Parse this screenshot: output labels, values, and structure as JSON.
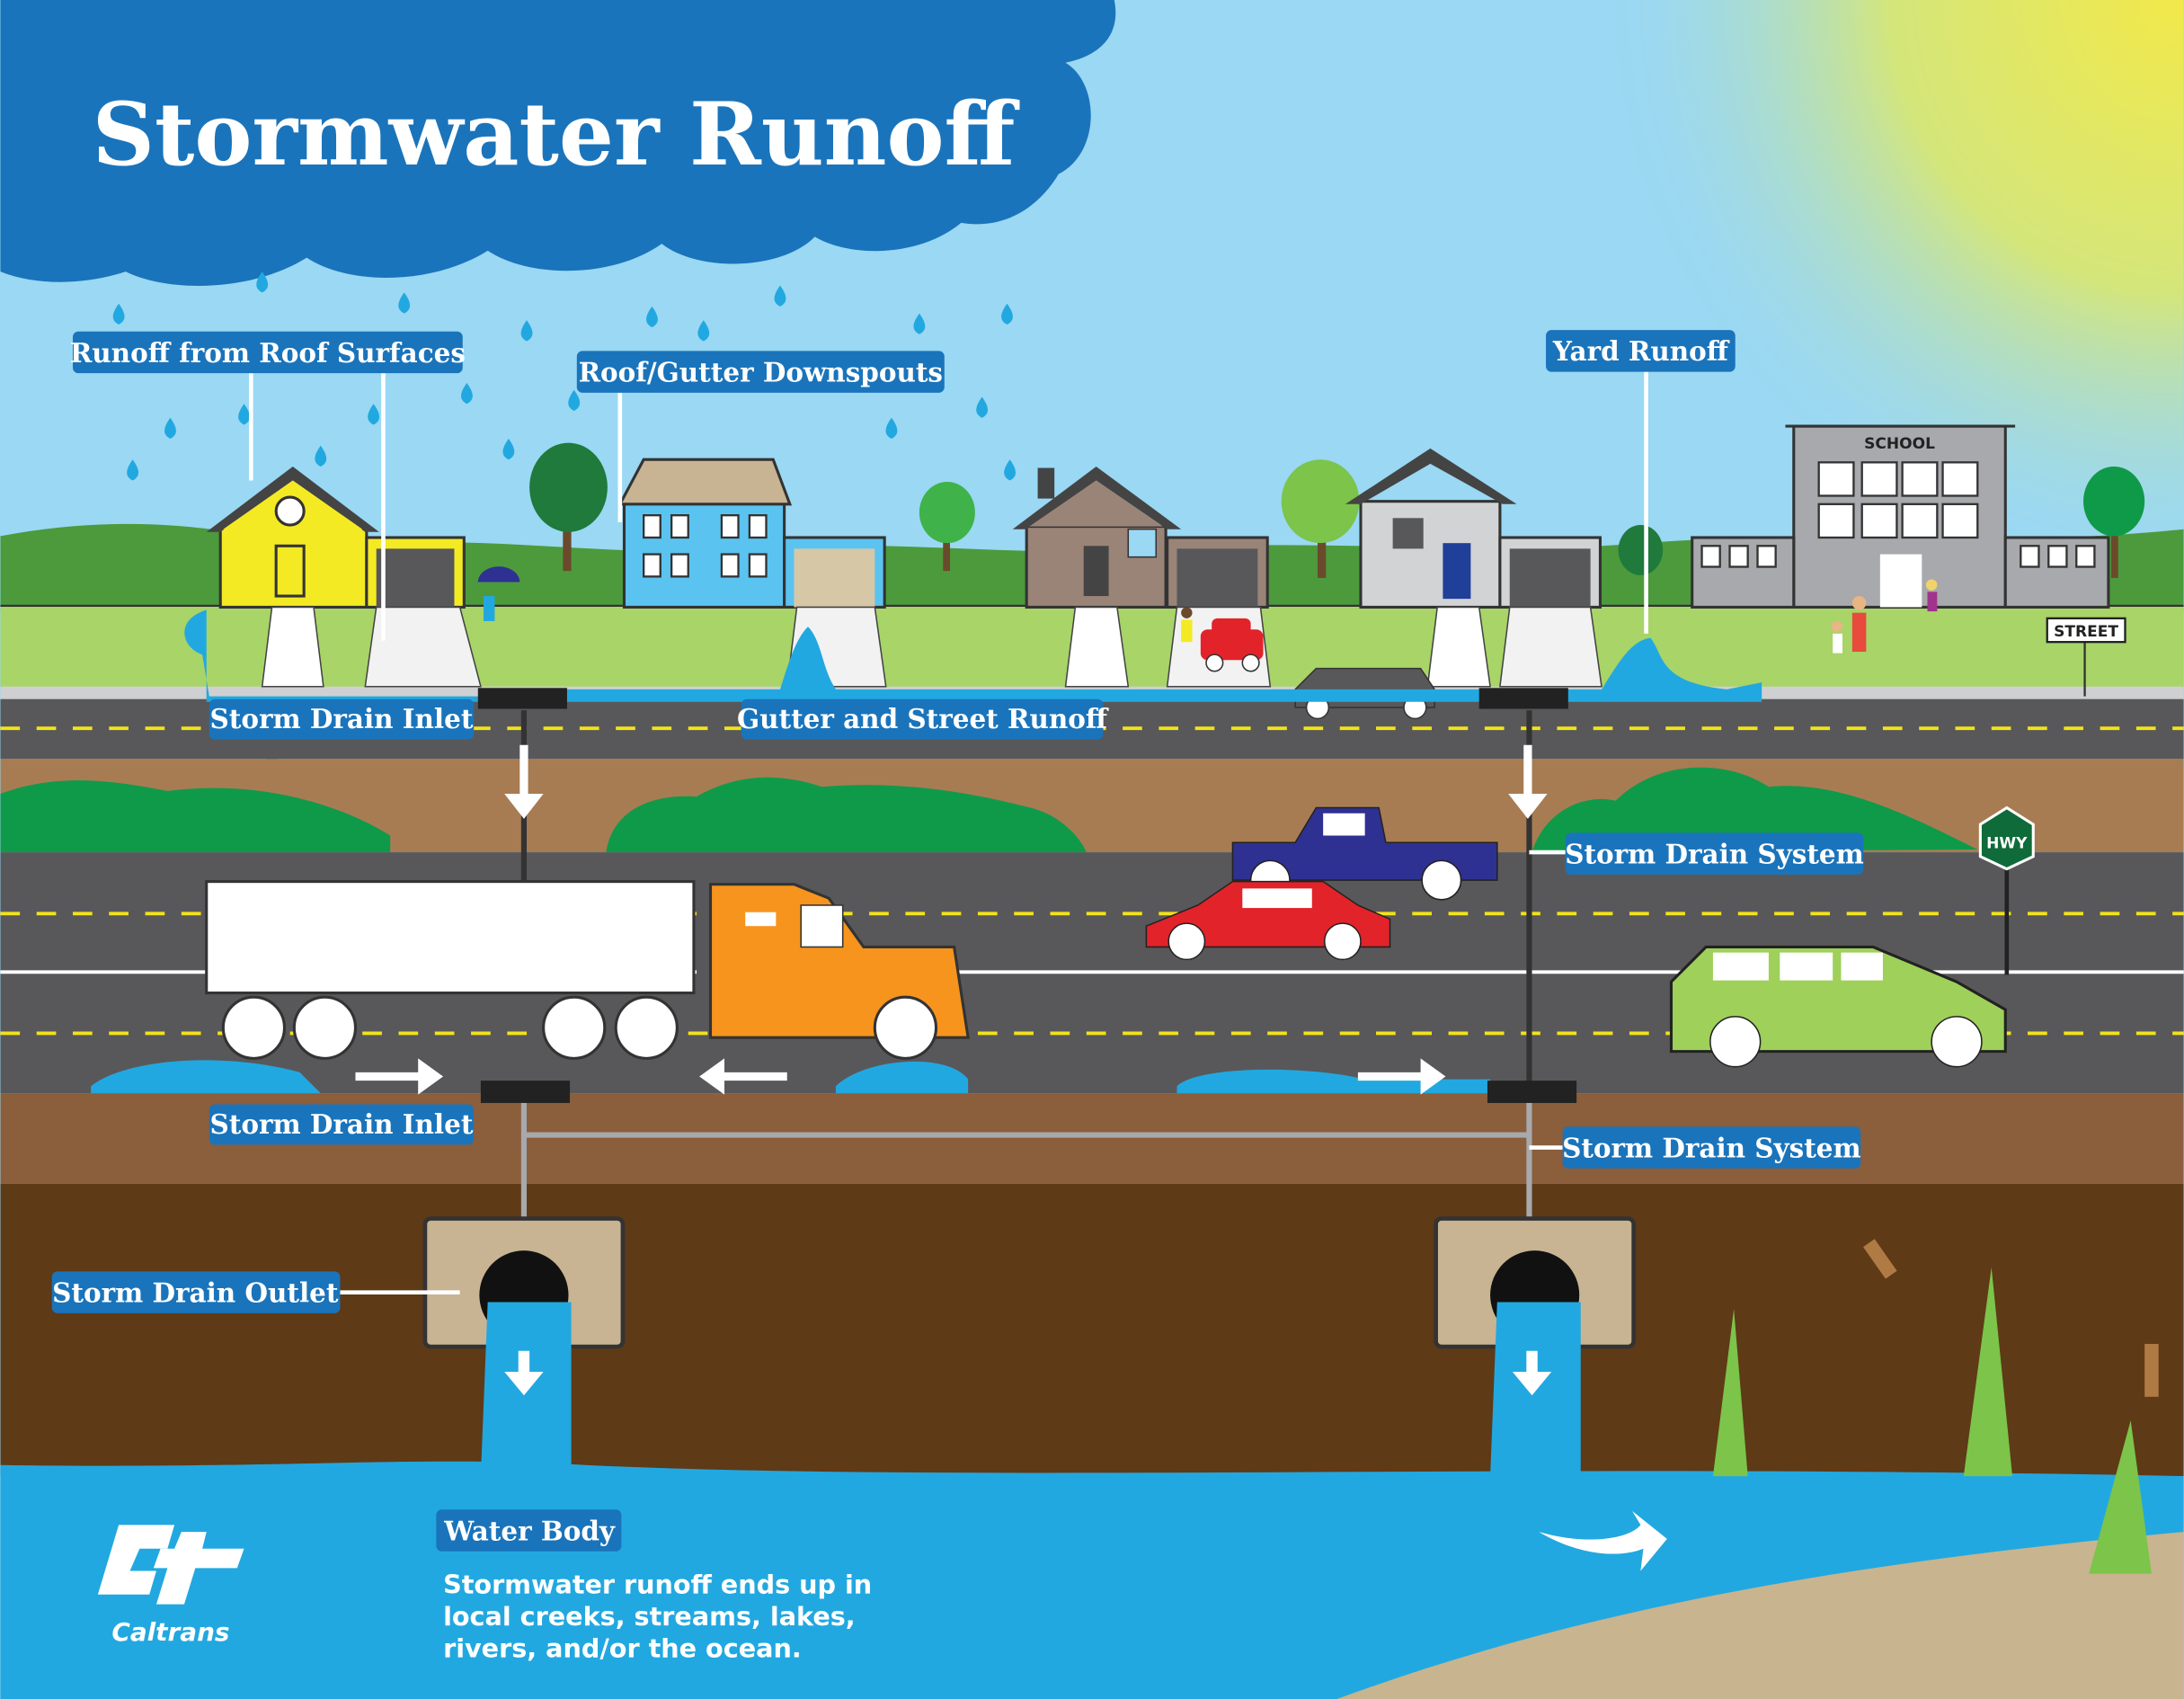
{
  "title": "Stormwater Runoff",
  "labels": {
    "roof_surfaces": "Runoff from Roof Surfaces",
    "downspouts": "Roof/Gutter Downspouts",
    "yard_runoff": "Yard Runoff",
    "storm_drain_inlet_street": "Storm Drain Inlet",
    "gutter_street_runoff": "Gutter and Street Runoff",
    "storm_drain_system_upper": "Storm Drain System",
    "storm_drain_inlet_highway": "Storm Drain Inlet",
    "storm_drain_system_lower": "Storm Drain System",
    "storm_drain_outlet": "Storm Drain Outlet",
    "water_body": "Water Body"
  },
  "description": [
    "Stormwater runoff ends up in",
    "local creeks, streams, lakes,",
    "rivers, and/or the ocean."
  ],
  "signs": {
    "school": "SCHOOL",
    "street": "STREET",
    "highway": "HWY"
  },
  "logo": {
    "mark": "Ct",
    "name": "Caltrans"
  },
  "colors": {
    "label_blue": "#1a74bb",
    "water": "#22a8e0",
    "grass": "#a8d468",
    "road": "#58585a",
    "soil": "#5e3a17"
  }
}
